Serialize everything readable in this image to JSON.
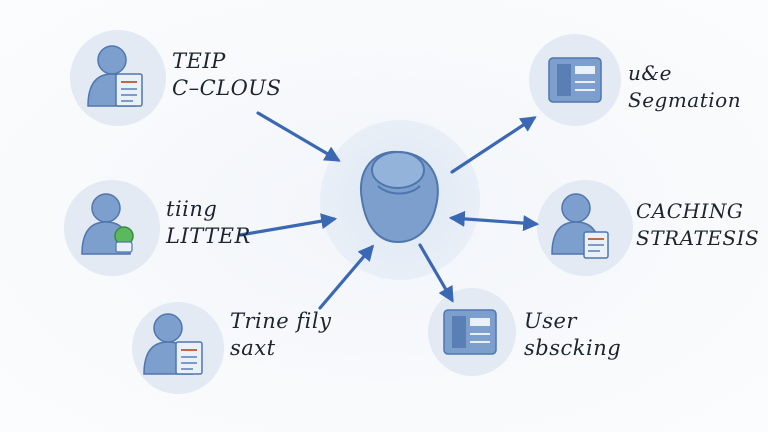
{
  "nodes": [
    {
      "id": "tl",
      "icon": "person-document-icon",
      "lines": [
        "TEIP",
        "C–CLOUS"
      ]
    },
    {
      "id": "ml",
      "icon": "person-badge-icon",
      "lines": [
        "tiing",
        "LITTER"
      ]
    },
    {
      "id": "bl",
      "icon": "person-document-icon",
      "lines": [
        "Trine fily",
        "saxt"
      ]
    },
    {
      "id": "tr",
      "icon": "document-panel-icon",
      "lines": [
        "u&e",
        "Segmation"
      ]
    },
    {
      "id": "mr",
      "icon": "person-document-icon",
      "lines": [
        "CACHING",
        "STRATESIS"
      ]
    },
    {
      "id": "br",
      "icon": "document-panel-icon",
      "lines": [
        "User",
        "sbscking"
      ]
    }
  ],
  "center": {
    "icon": "user-profile-icon"
  },
  "colors": {
    "arrow": "#3a68b2",
    "icon_fill": "#7d9fce",
    "icon_stroke": "#4f76ad",
    "halo": "#dde7f3",
    "accent_green": "#5cb85c"
  }
}
